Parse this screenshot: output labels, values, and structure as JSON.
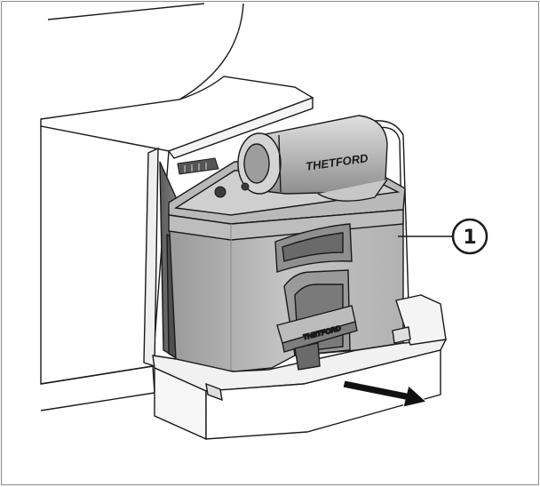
{
  "callout": {
    "number": "1"
  },
  "branding": {
    "text": "THETFORD",
    "handle_text": "THETFORD"
  },
  "colors": {
    "outline": "#1a1a1a",
    "cassette_light": "#c8c8c8",
    "cassette_mid": "#a7a7a7",
    "cassette_dark": "#6e6e6e",
    "cassette_shadow": "#4a4a4a",
    "panel": "#f2f2f2",
    "arrow": "#111111"
  }
}
